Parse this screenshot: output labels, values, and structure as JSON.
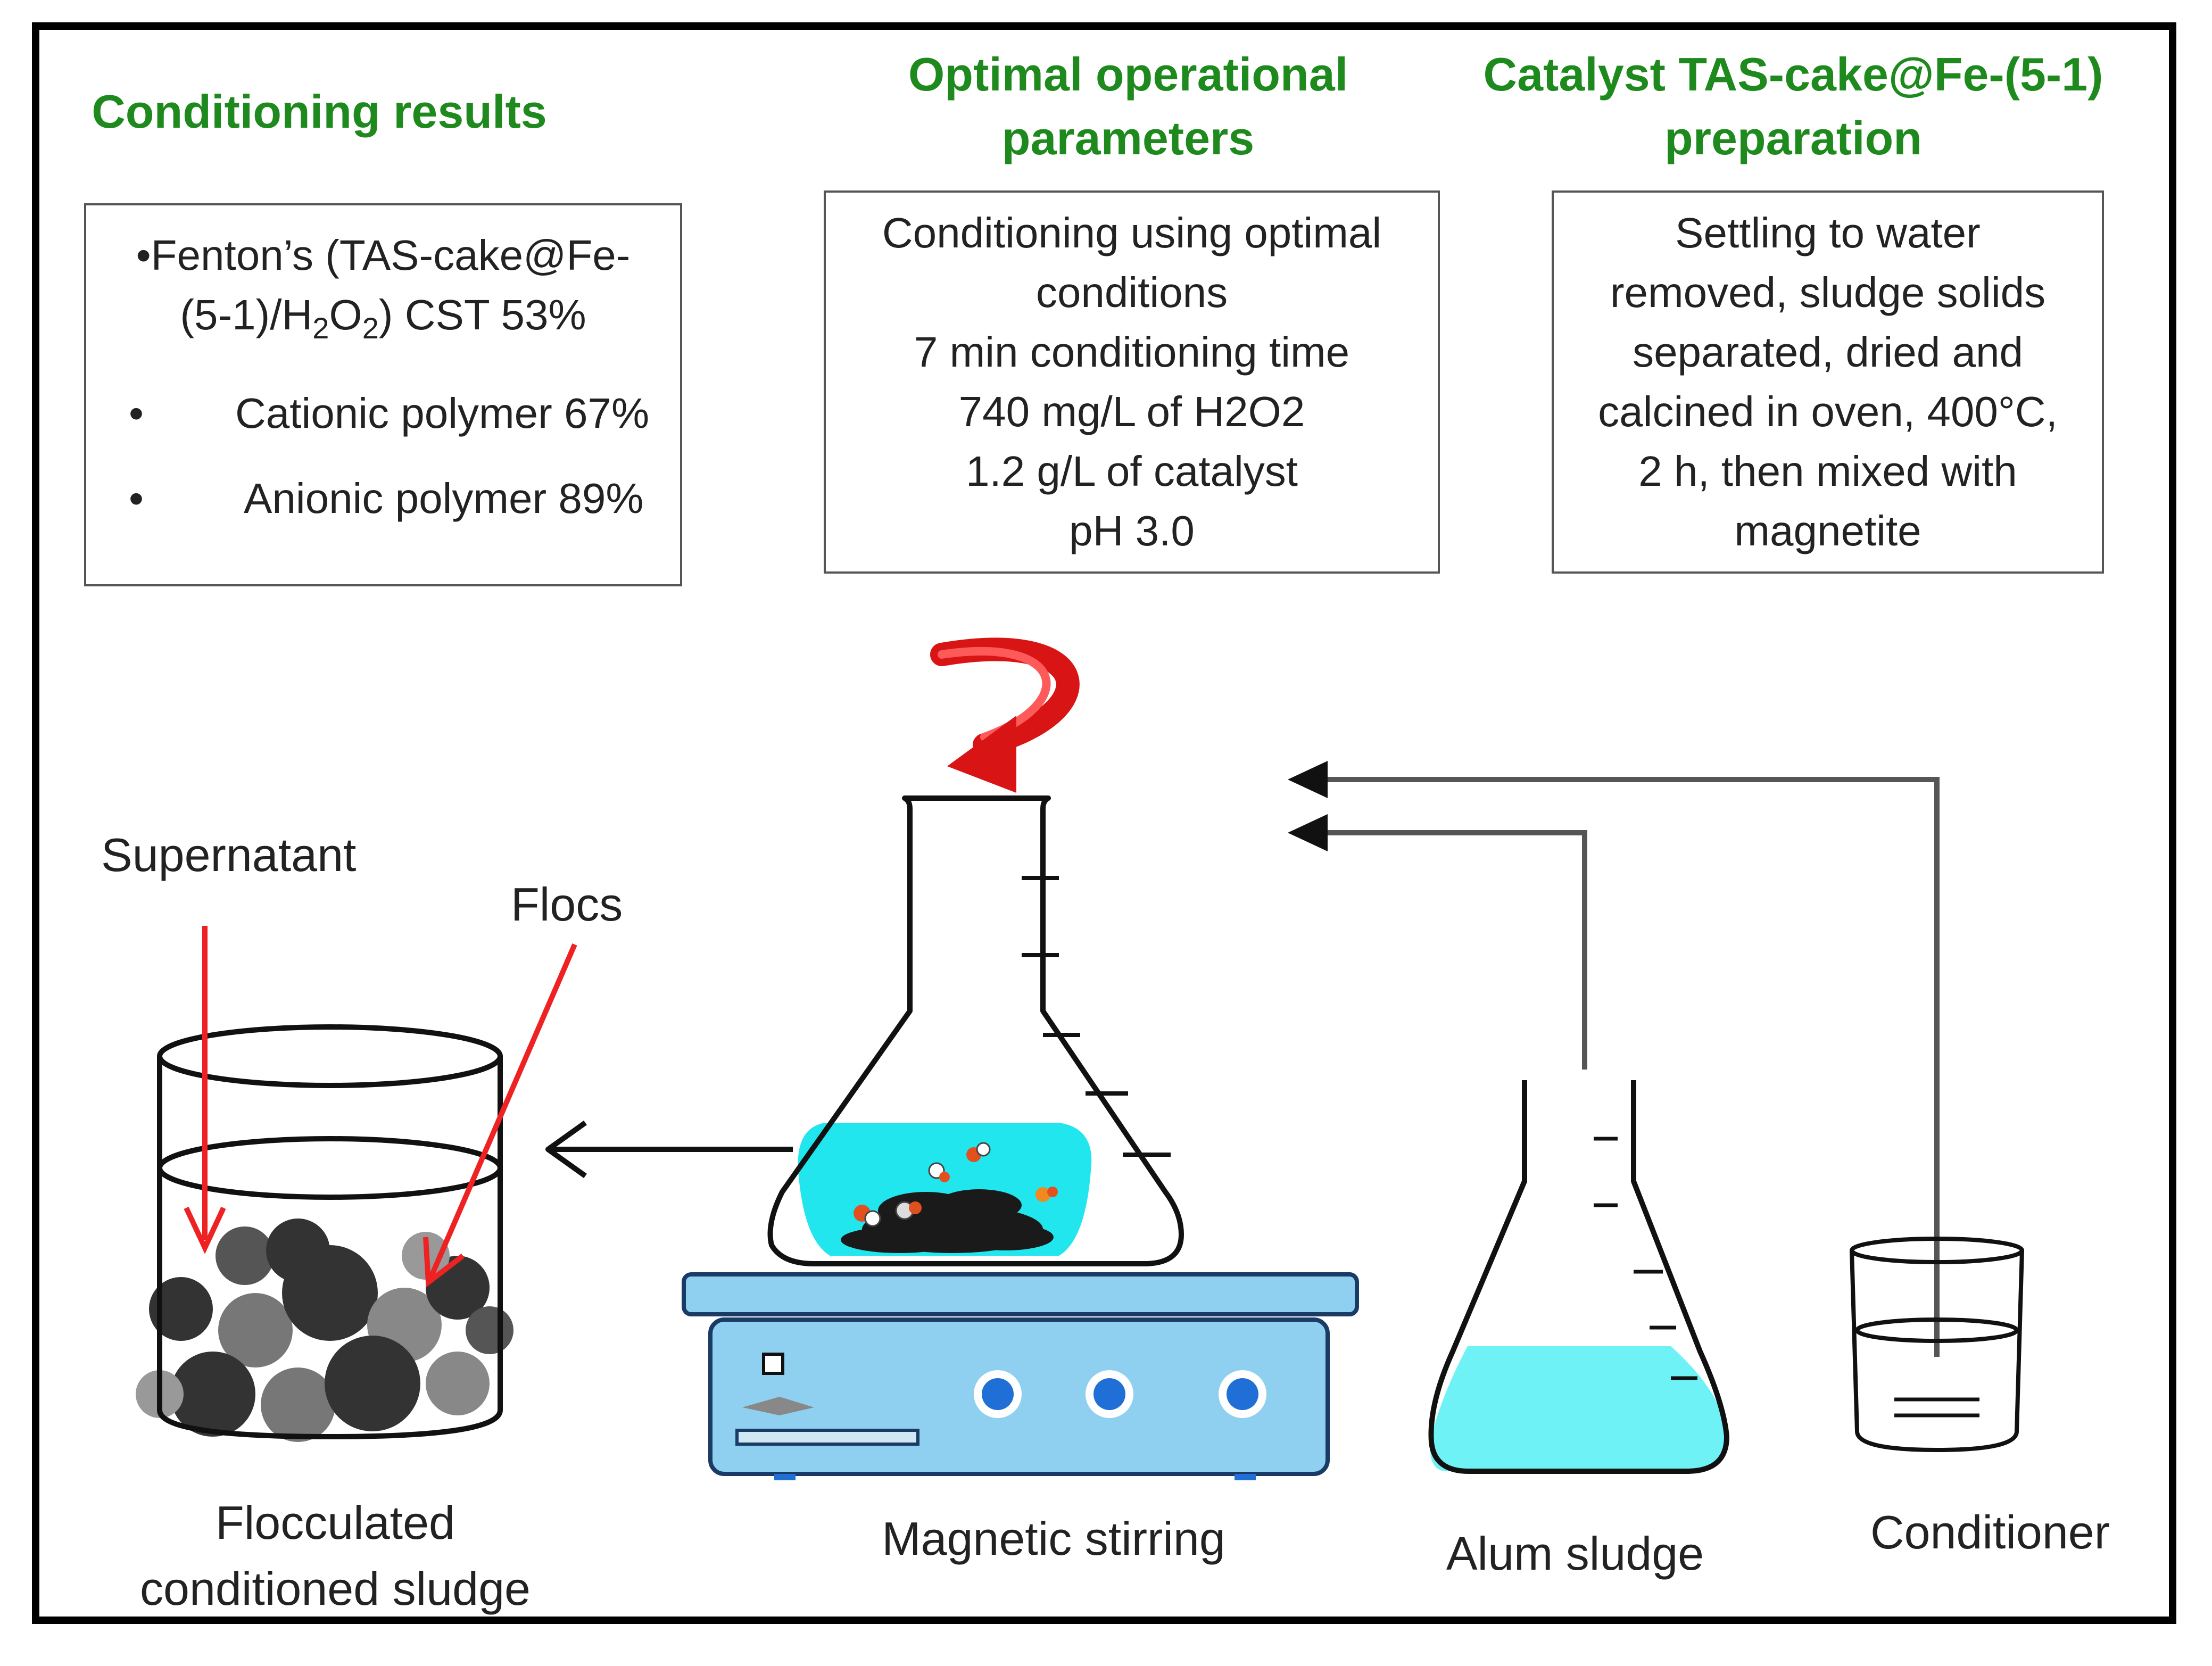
{
  "sections": {
    "conditioning_results": {
      "title": "Conditioning results",
      "line1": "•Fenton’s (TAS-cake@Fe-",
      "line2_pre": "(5-1)/H",
      "line2_sub1": "2",
      "line2_mid": "O",
      "line2_sub2": "2",
      "line2_post": ")  CST 53%",
      "bullet_char": "•",
      "bullet1": "Cationic polymer 67%",
      "bullet2": "Anionic polymer 89%"
    },
    "optimal_parameters": {
      "title_line1": "Optimal operational",
      "title_line2": "parameters",
      "lines": [
        "Conditioning using optimal",
        "conditions",
        "7 min conditioning time",
        "740 mg/L of H2O2",
        "1.2 g/L of catalyst",
        "pH 3.0"
      ]
    },
    "catalyst_preparation": {
      "title_line1": "Catalyst TAS-cake@Fe-(5-1)",
      "title_line2": "preparation",
      "lines": [
        "Settling to water",
        "removed,  sludge solids",
        "separated, dried and",
        "calcined in oven, 400°C,",
        "2 h, then mixed with",
        "magnetite"
      ]
    }
  },
  "labels": {
    "supernatant": "Supernatant",
    "flocs": "Flocs",
    "flocculated_line1": "Flocculated",
    "flocculated_line2": "conditioned sludge",
    "magnetic_stirring": "Magnetic stirring",
    "alum_sludge": "Alum sludge",
    "conditioner": "Conditioner"
  },
  "colors": {
    "heading_green": "#1e8a1e",
    "arrow_red": "#ee2222",
    "liquid_cyan": "#22e6ee",
    "liquid_light": "#6ff2f6",
    "stirrer_blue": "#8fd0f0",
    "knob_blue": "#1f6fd6",
    "outline": "#000000"
  }
}
